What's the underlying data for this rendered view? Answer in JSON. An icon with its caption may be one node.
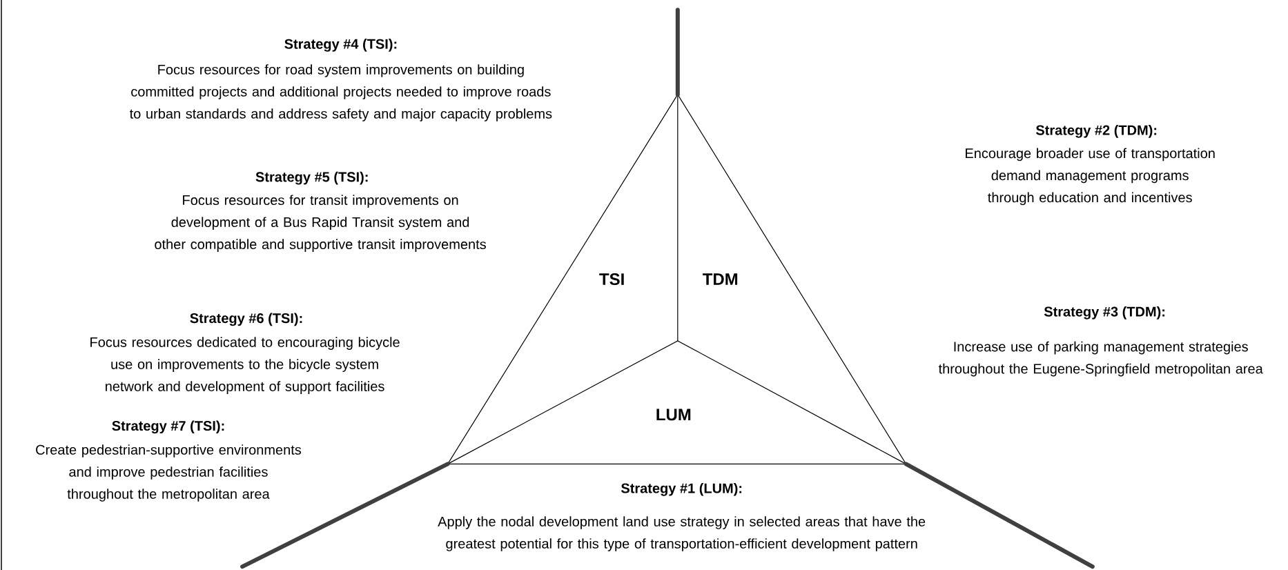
{
  "diagram": {
    "labels": [
      "Strategy #4 (TSI):",
      "Focus resources for road system improvements on building committed projects and additional projects needed to improve roads to urban standards and address safety and major capacity problems",
      "Strategy #2 (TDM):",
      "Encourage broader use of transportation demand management programs through education and incentives",
      "Strategy #5 (TSI):",
      "Focus resources for transit improvements on development of a Bus Rapid Transit system and other compatible and supportive transit improvements",
      "TSI",
      "TDM",
      "Strategy #6 (TSI):",
      "Focus resources dedicated to encouraging bicycle use on improvements to the bicycle system network and development of support facilities",
      "Strategy #3 (TDM):",
      "Increase use of parking management strategies throughout the Eugene-Springfield metropolitan area",
      "LUM",
      "Strategy #7 (TSI):",
      "Create pedestrian-supportive environments and improve pedestrian facilities throughout the metropolitan area",
      "Strategy #1 (LUM):",
      "Apply the nodal development land use strategy in selected areas that have the greatest potential for this type of transportation-efficient development pattern"
    ]
  }
}
